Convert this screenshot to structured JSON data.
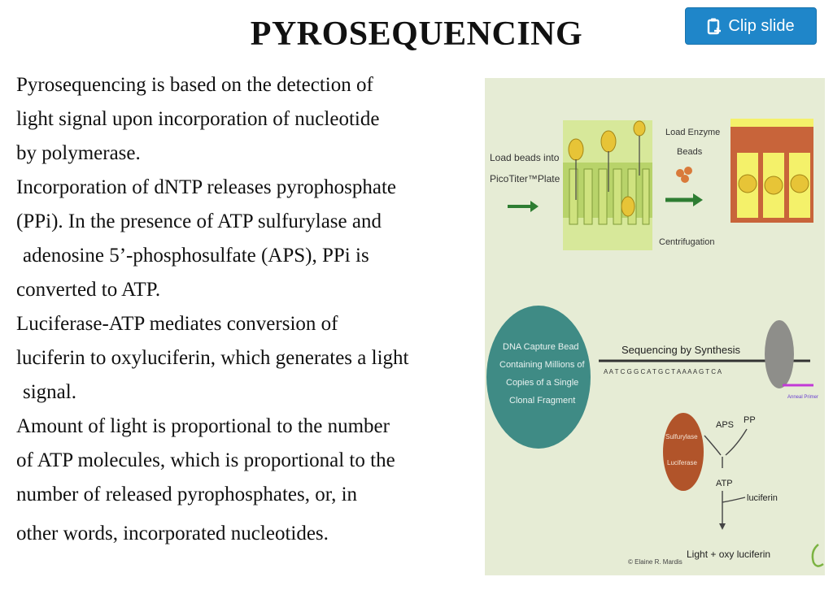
{
  "slide": {
    "title": "PYROSEQUENCING",
    "clip_button_label": "Clip slide",
    "lines": [
      "Pyrosequencing is based on the detection of",
      "light signal upon incorporation of nucleotide",
      "by polymerase.",
      "Incorporation of dNTP releases pyrophosphate",
      "(PPi). In the presence of ATP sulfurylase and",
      "adenosine 5’-phosphosulfate (APS), PPi is",
      "converted to ATP.",
      "Luciferase-ATP mediates conversion of",
      "luciferin to oxyluciferin, which generates a light",
      "signal.",
      "Amount of light is proportional to the number",
      "of ATP molecules, which is proportional to the",
      "number of released pyrophosphates, or, in",
      "other words, incorporated nucleotides."
    ]
  },
  "figure": {
    "load_beads": [
      "Load beads into",
      "PicoTiter™Plate"
    ],
    "load_enzyme": [
      "Load Enzyme",
      "Beads"
    ],
    "centrifugation": "Centrifugation",
    "dna_capture": [
      "DNA Capture Bead",
      "Containing Millions of",
      "Copies of a Single",
      "Clonal Fragment"
    ],
    "sbs": "Sequencing by Synthesis",
    "sequence": "A A T C G G C A T G C T A A A A G T C A",
    "anneal_primer": "Anneal Primer",
    "sulfurylase": "Sulfurylase",
    "luciferase": "Luciferase",
    "aps": "APS",
    "pp": "PP",
    "atp": "ATP",
    "luciferin": "luciferin",
    "light": "Light + oxy luciferin",
    "copyright": "© Elaine R. Mardis"
  }
}
